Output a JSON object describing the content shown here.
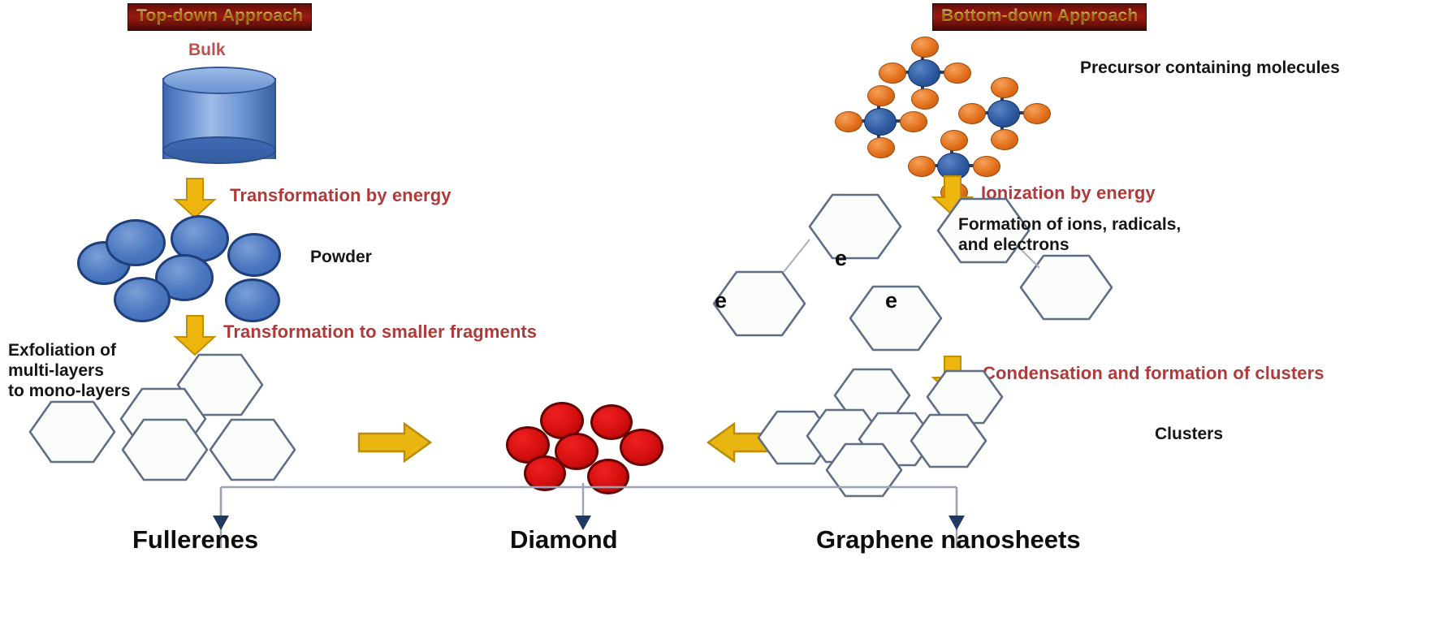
{
  "diagram": {
    "title_left": "Top-down Approach",
    "title_right": "Bottom-down Approach",
    "background": "#ffffff"
  },
  "colors": {
    "banner_bg": "#7c130d",
    "banner_text": "#e9a825",
    "red_annotation": "#b03a3a",
    "black_text": "#161616",
    "hexagon_stroke": "#5f6e86",
    "blue_particle": "#3a66b0",
    "orange_atom": "#e2701d",
    "red_dot": "#d40f0f",
    "gold_arrow": "#e8b010",
    "connector_line": "#9aa3b5",
    "arrowhead": "#1f3864"
  },
  "left_column": {
    "header": "Top-down Approach",
    "bulk_label": "Bulk",
    "step1_text": "Transformation by energy",
    "powder_label": "Powder",
    "step2_text": "Transformation to smaller fragments",
    "exfoliation_lines": [
      "Exfoliation of",
      "multi-layers",
      "to mono-layers"
    ]
  },
  "right_column": {
    "header": "Bottom-down Approach",
    "precursor_label": "Precursor containing molecules",
    "step1_text": "Ionization by energy",
    "formation_lines": [
      "Formation of ions, radicals,",
      "and electrons"
    ],
    "electron_labels": [
      "e",
      "e",
      "e"
    ],
    "step2_text": "Condensation and formation of clusters",
    "clusters_label": "Clusters"
  },
  "products": [
    {
      "label": "Fullerenes"
    },
    {
      "label": "Diamond"
    },
    {
      "label": "Graphene nanosheets"
    }
  ],
  "icons": {
    "down_arrow": "gold-down-arrow-icon",
    "right_arrow": "gold-right-arrow-icon",
    "left_arrow": "gold-left-arrow-icon",
    "arrowhead": "triangle-arrowhead-icon",
    "cylinder": "bulk-cylinder-icon",
    "hexagon": "hexagon-lattice-icon",
    "molecule": "precursor-molecule-icon",
    "powder": "powder-particle-icon",
    "diamond_cluster": "diamond-cluster-icon"
  }
}
